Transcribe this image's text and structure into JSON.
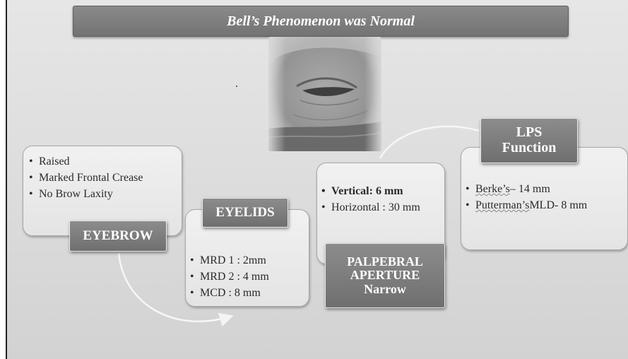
{
  "title": "Bell’s Phenomenon was Normal",
  "eyebrow": {
    "label": "EYEBROW",
    "items": [
      "Raised",
      "Marked Frontal Crease",
      "No Brow Laxity"
    ]
  },
  "eyelids": {
    "label": "EYELIDS",
    "items": [
      "MRD 1 : 2mm",
      "MRD 2 : 4 mm",
      "MCD : 8 mm"
    ]
  },
  "palpebral": {
    "label_lines": [
      "PALPEBRAL",
      "APERTURE",
      "Narrow"
    ],
    "items": [
      "Vertical: 6 mm",
      "Horizontal : 30 mm"
    ]
  },
  "lps": {
    "label_lines": [
      "LPS",
      "Function"
    ],
    "berke_prefix": "Berke’s",
    "berke_value": "– 14 mm",
    "putterman_prefix": "Putterman’s",
    "putterman_value": "MLD- 8 mm"
  }
}
